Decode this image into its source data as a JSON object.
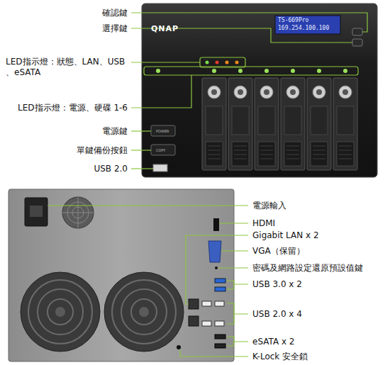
{
  "diagram": {
    "labels": [
      "確認鍵",
      "選擇鍵",
      "LED指示燈：狀態、LAN、USB 、eSATA",
      "LED指示燈：電源、硬碟 1-6",
      "電源鍵",
      "單鍵備份按鈕",
      "USB 2.0",
      "電源輸入",
      "HDMI",
      "Gigabit LAN x 2",
      "VGA（保留）",
      "密碼及網路設定還原預設值鍵",
      "USB 3.0 x 2",
      "USB 2.0 x 4",
      "eSATA x 2",
      "K-Lock 安全鎖",
      "QNAP",
      "TS-669Pro",
      "169.254.100.100",
      "POWER",
      "COPY"
    ]
  }
}
